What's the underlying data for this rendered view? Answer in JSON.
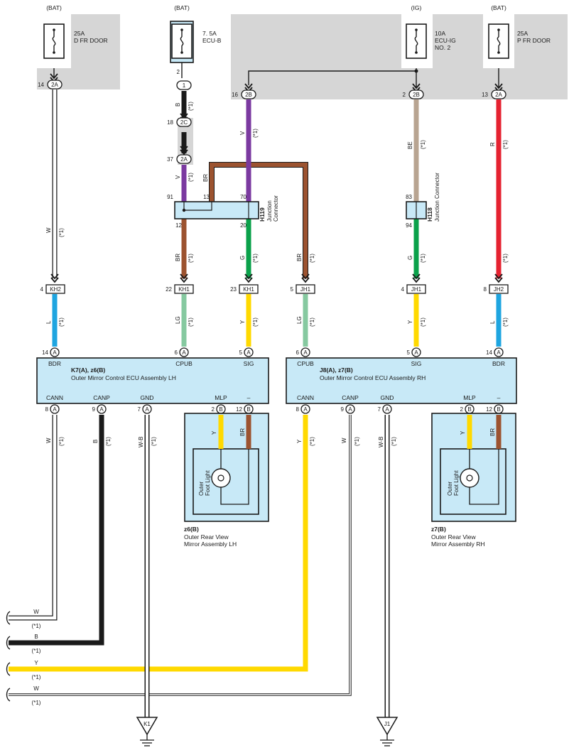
{
  "colors": {
    "purple": "#7b3aa0",
    "brown": "#9c5330",
    "green": "#0aa14a",
    "tan": "#b8a491",
    "red": "#e52230",
    "blue": "#1ea5e0",
    "lightgreen": "#86c9a0",
    "yellow": "#ffd900",
    "black": "#1a1a1a",
    "white_wire": "#ffffff",
    "box_fill": "#c8e9f7",
    "grey_area": "#d6d6d6"
  },
  "fuses": [
    {
      "source": "(BAT)",
      "rating": "25A",
      "name": "D FR DOOR",
      "name2": ""
    },
    {
      "source": "(BAT)",
      "rating": "7. 5A",
      "name": "ECU-B",
      "name2": ""
    },
    {
      "source": "(IG)",
      "rating": "10A",
      "name": "ECU-IG",
      "name2": "NO. 2"
    },
    {
      "source": "(BAT)",
      "rating": "25A",
      "name": "P FR DOOR",
      "name2": ""
    }
  ],
  "fuse_pins": {
    "f1": {
      "num": "14",
      "conn": "2A"
    },
    "f2_top": {
      "num": "2",
      "conn": "1"
    },
    "f2_mid": {
      "num": "18",
      "conn": "2C"
    },
    "f2_low": {
      "num": "37",
      "conn": "2A"
    },
    "f3": {
      "num": "16",
      "conn": "2B"
    },
    "f4": {
      "num": "2",
      "conn": "2B"
    },
    "f5": {
      "num": "13",
      "conn": "2A"
    }
  },
  "wire_labels": {
    "w1_top": "W",
    "b_top": "B",
    "v_left": "V",
    "br_junction": "BR",
    "v_mid": "V",
    "be": "BE",
    "r_right": "R",
    "br_h119": "BR",
    "g_h119": "G",
    "br_mid": "BR",
    "g_h118": "G",
    "l_left": "L",
    "lg_left": "LG",
    "y_left": "Y",
    "lg_right": "LG",
    "y_right": "Y",
    "l_right": "L",
    "canl_w": "W",
    "canp_b": "B",
    "gnd_l": "W-B",
    "mlp_y_l": "Y",
    "mlp_br_l": "BR",
    "cann_y": "Y",
    "canp_w": "W",
    "gnd_r": "W-B",
    "mlp_y_r": "Y",
    "mlp_br_r": "BR",
    "star1": "(*1)"
  },
  "junctions": {
    "h119": {
      "code": "H119",
      "name1": "Junction",
      "name2": "Connector",
      "pins": {
        "p91": "91",
        "p13": "13",
        "p70": "70",
        "p12": "12",
        "p20": "20"
      }
    },
    "h118": {
      "code": "H118",
      "name1": "Junction Connector",
      "pins": {
        "p83": "83",
        "p94": "94"
      }
    }
  },
  "mid_connectors": [
    {
      "num": "4",
      "code": "KH2"
    },
    {
      "num": "22",
      "code": "KH1"
    },
    {
      "num": "23",
      "code": "KH1"
    },
    {
      "num": "5",
      "code": "JH1"
    },
    {
      "num": "4",
      "code": "JH1"
    },
    {
      "num": "8",
      "code": "JH2"
    }
  ],
  "ecu_lh": {
    "title": "K7(A), z6(B)",
    "name": "Outer Mirror Control ECU Assembly LH",
    "top_pins": [
      {
        "num": "14",
        "pin": "A",
        "label": "BDR"
      },
      {
        "num": "6",
        "pin": "A",
        "label": "CPUB"
      },
      {
        "num": "5",
        "pin": "A",
        "label": "SIG"
      }
    ],
    "bottom_pins": [
      {
        "num": "8",
        "pin": "A",
        "label": "CANN"
      },
      {
        "num": "9",
        "pin": "A",
        "label": "CANP"
      },
      {
        "num": "7",
        "pin": "A",
        "label": "GND"
      },
      {
        "num": "2",
        "pin": "B",
        "label": "MLP"
      },
      {
        "num": "12",
        "pin": "B",
        "label": "–"
      }
    ]
  },
  "ecu_rh": {
    "title": "J8(A), z7(B)",
    "name": "Outer Mirror Control ECU Assembly RH",
    "top_pins": [
      {
        "num": "6",
        "pin": "A",
        "label": "CPUB"
      },
      {
        "num": "5",
        "pin": "A",
        "label": "SIG"
      },
      {
        "num": "14",
        "pin": "A",
        "label": "BDR"
      }
    ],
    "bottom_pins": [
      {
        "num": "8",
        "pin": "A",
        "label": "CANN"
      },
      {
        "num": "9",
        "pin": "A",
        "label": "CANP"
      },
      {
        "num": "7",
        "pin": "A",
        "label": "GND"
      },
      {
        "num": "2",
        "pin": "B",
        "label": "MLP"
      },
      {
        "num": "12",
        "pin": "B",
        "label": "–"
      }
    ]
  },
  "mirror_lh": {
    "code": "z6(B)",
    "line1": "Outer Rear View",
    "line2": "Mirror Assembly LH",
    "lamp1": "Outer",
    "lamp2": "Foot Light"
  },
  "mirror_rh": {
    "code": "z7(B)",
    "line1": "Outer Rear View",
    "line2": "Mirror Assembly RH",
    "lamp1": "Outer",
    "lamp2": "Foot Light"
  },
  "grounds": {
    "g1": "K1",
    "g2": "J1"
  },
  "bus_lines": [
    {
      "color": "W",
      "note": "(*1)"
    },
    {
      "color": "B",
      "note": "(*1)"
    },
    {
      "color": "Y",
      "note": "(*1)"
    },
    {
      "color": "W",
      "note": "(*1)"
    }
  ]
}
